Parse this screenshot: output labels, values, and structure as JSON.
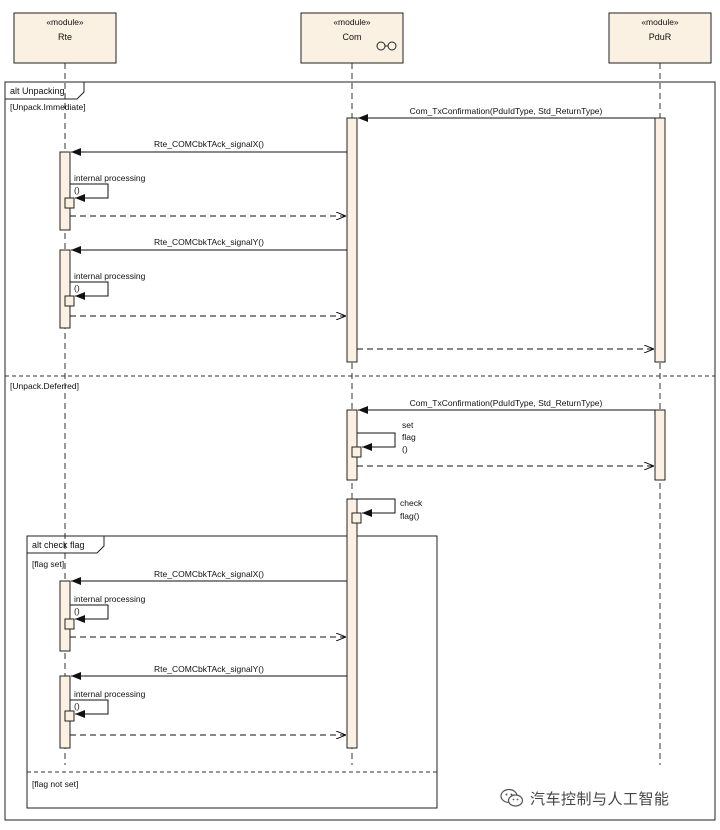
{
  "lifelines": {
    "rte": {
      "stereotype": "«module»",
      "name": "Rte"
    },
    "com": {
      "stereotype": "«module»",
      "name": "Com"
    },
    "pdur": {
      "stereotype": "«module»",
      "name": "PduR"
    }
  },
  "fragments": {
    "unpacking": {
      "label": "alt Unpacking",
      "guard_immediate": "[Unpack.Immediate]",
      "guard_deferred": "[Unpack.Deferred]"
    },
    "check_flag": {
      "label": "alt check flag",
      "guard_set": "[flag set]",
      "guard_not_set": "[flag not set]"
    }
  },
  "messages": {
    "tx_confirmation": "Com_TxConfirmation(PduIdType, Std_ReturnType)",
    "cbk_signal_x": "Rte_COMCbkTAck_signalX()",
    "cbk_signal_y": "Rte_COMCbkTAck_signalY()",
    "internal_processing": "internal processing",
    "call_parens": "()",
    "set": "set",
    "flag": "flag",
    "check": "check",
    "flag_call": "flag()"
  },
  "watermark": {
    "text": "汽车控制与人工智能",
    "icon": "wechat-icon"
  },
  "colors": {
    "lifeline_fill": "#fbf1e3",
    "activation_fill": "#fbf1e3",
    "stroke": "#222222",
    "watermark": "#444444"
  }
}
